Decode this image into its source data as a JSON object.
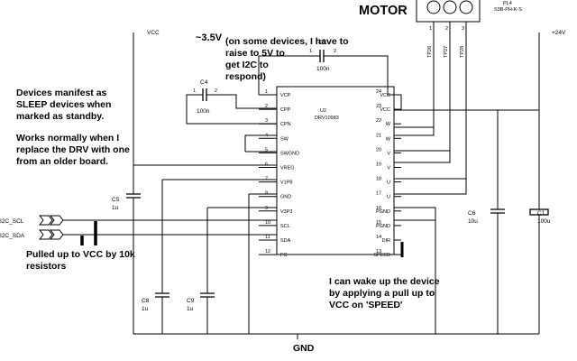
{
  "motor": {
    "title": "MOTOR",
    "ref": "PL4",
    "part": "S3B-PH-K-S",
    "pins": [
      "1",
      "2",
      "3"
    ],
    "tps": [
      "TP26",
      "TP27",
      "TP28"
    ]
  },
  "supply": {
    "vcc": "VCC",
    "v24": "+24V",
    "gnd": "GND",
    "approx_voltage": "~3.5V"
  },
  "notes": {
    "voltage_lines": [
      "(on some devices, I have to",
      "raise to 5V to",
      "get I2C to",
      "respond)"
    ],
    "sleep_lines": [
      "Devices manifest as",
      "SLEEP devices when",
      "marked as standby."
    ],
    "works_lines": [
      "Works normally when I",
      "replace the DRV with one",
      "from an older board."
    ],
    "pullup_lines": [
      "Pulled up to VCC by 10k",
      "resistors"
    ],
    "speed_lines": [
      "I can wake up the device",
      "by applying a pull up to",
      "VCC on 'SPEED'"
    ]
  },
  "ic": {
    "ref": "U2",
    "part": "DRV10983",
    "left_pins": [
      {
        "num": "1",
        "name": "VCP"
      },
      {
        "num": "2",
        "name": "CPP"
      },
      {
        "num": "3",
        "name": "CPN"
      },
      {
        "num": "4",
        "name": "SW"
      },
      {
        "num": "5",
        "name": "SWGND"
      },
      {
        "num": "6",
        "name": "VREG"
      },
      {
        "num": "7",
        "name": "V1P8"
      },
      {
        "num": "8",
        "name": "GND"
      },
      {
        "num": "9",
        "name": "V3P3"
      },
      {
        "num": "10",
        "name": "SCL"
      },
      {
        "num": "11",
        "name": "SDA"
      },
      {
        "num": "12",
        "name": "FG"
      }
    ],
    "right_pins": [
      {
        "num": "24",
        "name": "VCC"
      },
      {
        "num": "23",
        "name": "VCC"
      },
      {
        "num": "22",
        "name": "W"
      },
      {
        "num": "21",
        "name": "W"
      },
      {
        "num": "20",
        "name": "V"
      },
      {
        "num": "19",
        "name": "V"
      },
      {
        "num": "18",
        "name": "U"
      },
      {
        "num": "17",
        "name": "U"
      },
      {
        "num": "16",
        "name": "PGND"
      },
      {
        "num": "15",
        "name": "PGND"
      },
      {
        "num": "14",
        "name": "DIR"
      },
      {
        "num": "13",
        "name": "SPEED"
      }
    ]
  },
  "caps": {
    "c3": {
      "ref": "C3",
      "val": "100n",
      "p1": "1",
      "p2": "2"
    },
    "c4": {
      "ref": "C4",
      "val": "100n",
      "p1": "1",
      "p2": "2"
    },
    "c5": {
      "ref": "C5",
      "val": "1u"
    },
    "c6": {
      "ref": "C6",
      "val": "10u"
    },
    "c1": {
      "ref": "C1",
      "val": "100u"
    },
    "c8": {
      "ref": "C8",
      "val": "1u"
    },
    "c9": {
      "ref": "C9",
      "val": "1u"
    }
  },
  "nets": {
    "scl": "I2C_SCL",
    "sda": "I2C_SDA"
  }
}
